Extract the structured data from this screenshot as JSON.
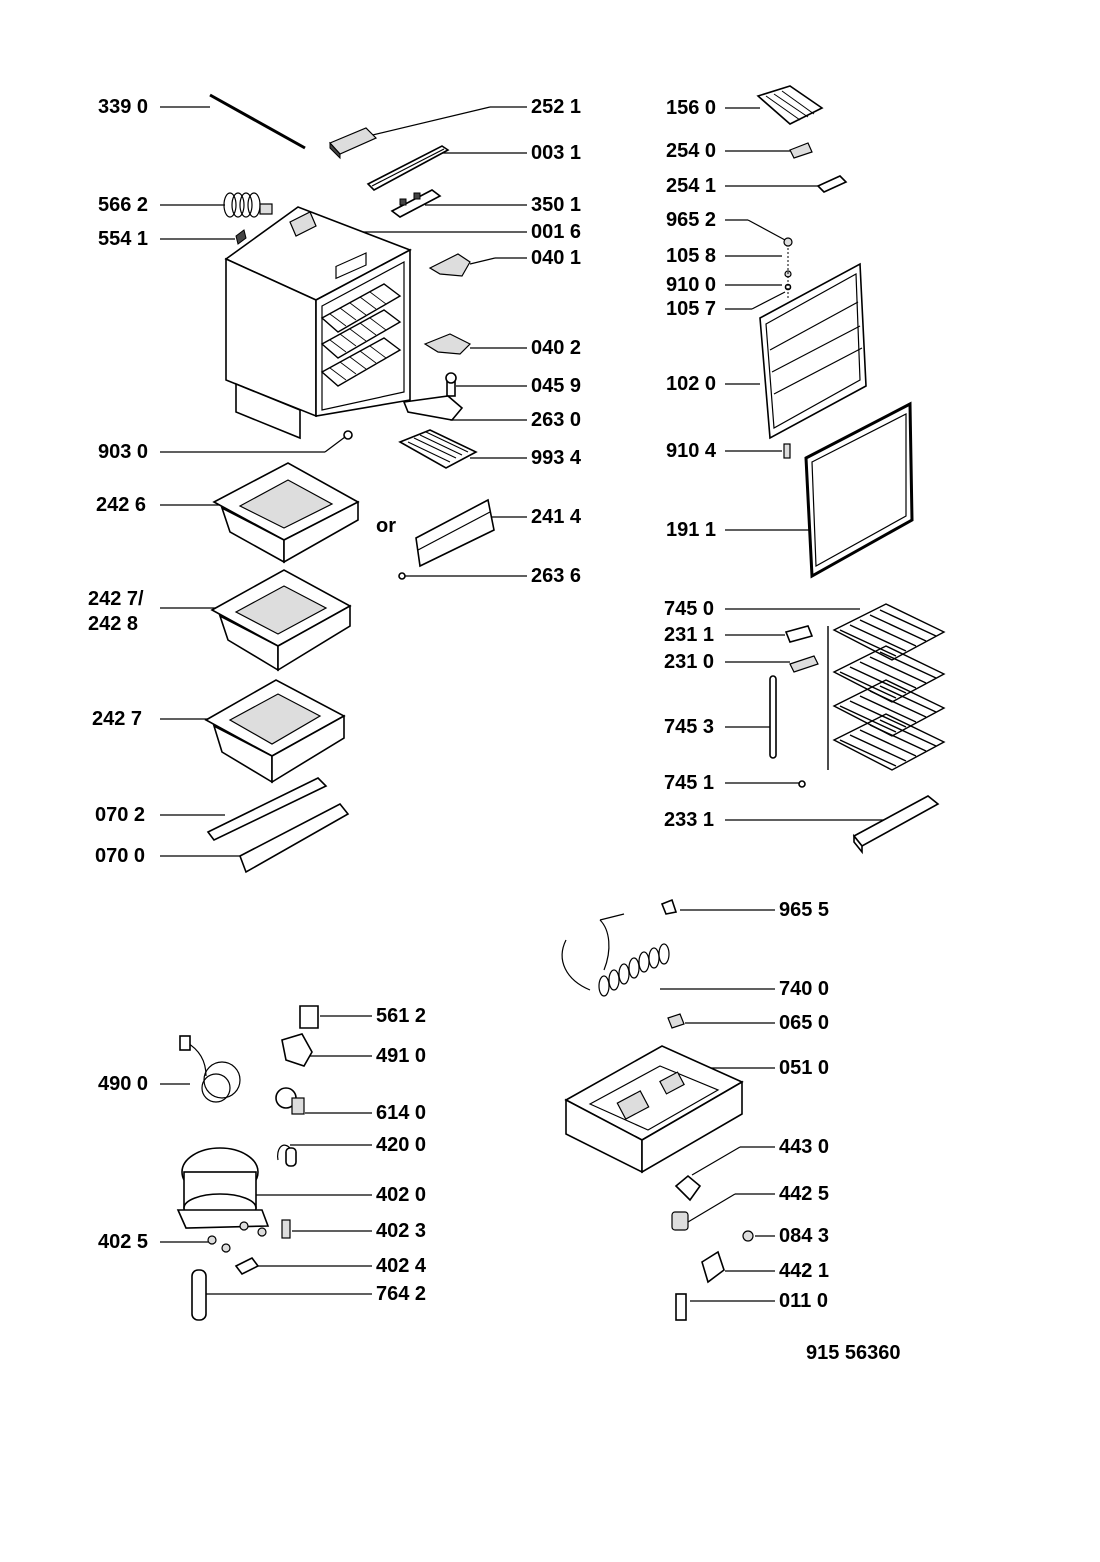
{
  "labels": {
    "p3390": "339 0",
    "p2521": "252 1",
    "p0031": "003 1",
    "p5662": "566 2",
    "p3501": "350 1",
    "p5541": "554 1",
    "p0016": "001 6",
    "p0401": "040 1",
    "p0402": "040 2",
    "p0459": "045 9",
    "p2630": "263 0",
    "p9030": "903 0",
    "p9934": "993 4",
    "p2426": "242 6",
    "or": "or",
    "p2414": "241 4",
    "p2636": "263 6",
    "p2427a": "242 7/",
    "p2428": "242 8",
    "p2427": "242 7",
    "p0702": "070 2",
    "p0700": "070 0",
    "p1560": "156 0",
    "p2540": "254 0",
    "p2541": "254 1",
    "p9652": "965 2",
    "p1058": "105 8",
    "p9100": "910 0",
    "p1057": "105 7",
    "p1020": "102 0",
    "p9104": "910 4",
    "p1911": "191 1",
    "p7450": "745 0",
    "p2311": "231 1",
    "p2310": "231 0",
    "p7453": "745 3",
    "p7451": "745 1",
    "p2331": "233 1",
    "p9655": "965 5",
    "p7400": "740 0",
    "p0650": "065 0",
    "p0510": "051 0",
    "p4430": "443 0",
    "p4425": "442 5",
    "p0843": "084 3",
    "p4421": "442 1",
    "p0110": "011 0",
    "p5612": "561 2",
    "p4910": "491 0",
    "p4900": "490 0",
    "p6140": "614 0",
    "p4200": "420 0",
    "p4020": "402 0",
    "p4023": "402 3",
    "p4025": "402 5",
    "p4024": "402 4",
    "p7642": "764 2",
    "docnum": "915 56360"
  }
}
